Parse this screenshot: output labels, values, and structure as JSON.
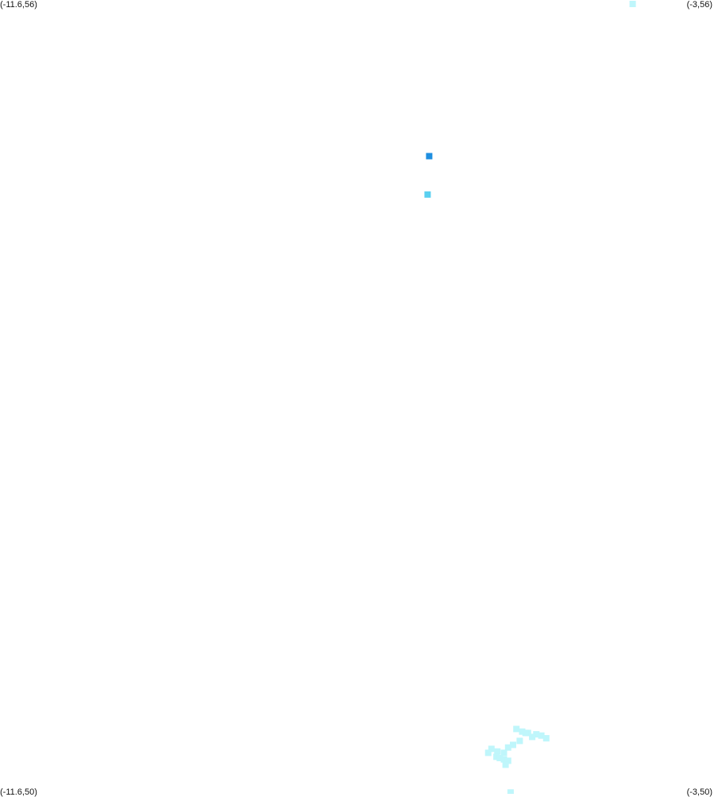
{
  "corners": {
    "top_left": "(-11.6,56)",
    "top_right": "(-3,56)",
    "bottom_left": "(-11.6,50)",
    "bottom_right": "(-3,50)"
  },
  "colors": {
    "background": "#ffffff",
    "light": "#bff6fb",
    "medium": "#5ad0f0",
    "dark": "#1f8fe0"
  },
  "chart_data": {
    "type": "scatter",
    "xlim": [
      -11.6,
      -3
    ],
    "ylim": [
      50,
      56
    ],
    "points": [
      {
        "x": -3.98,
        "y": 55.97,
        "level": "light"
      },
      {
        "x": -6.43,
        "y": 54.82,
        "level": "dark"
      },
      {
        "x": -6.45,
        "y": 54.53,
        "level": "medium"
      },
      {
        "x": -5.38,
        "y": 50.49,
        "level": "light"
      },
      {
        "x": -5.31,
        "y": 50.47,
        "level": "light"
      },
      {
        "x": -5.24,
        "y": 50.46,
        "level": "light"
      },
      {
        "x": -5.14,
        "y": 50.45,
        "level": "light"
      },
      {
        "x": -5.08,
        "y": 50.44,
        "level": "light"
      },
      {
        "x": -5.02,
        "y": 50.42,
        "level": "light"
      },
      {
        "x": -5.34,
        "y": 50.4,
        "level": "light"
      },
      {
        "x": -5.42,
        "y": 50.37,
        "level": "light"
      },
      {
        "x": -5.48,
        "y": 50.35,
        "level": "light"
      },
      {
        "x": -5.68,
        "y": 50.34,
        "level": "light"
      },
      {
        "x": -5.61,
        "y": 50.32,
        "level": "light"
      },
      {
        "x": -5.53,
        "y": 50.31,
        "level": "light"
      },
      {
        "x": -5.72,
        "y": 50.31,
        "level": "light"
      },
      {
        "x": -5.62,
        "y": 50.28,
        "level": "light"
      },
      {
        "x": -5.58,
        "y": 50.27,
        "level": "light"
      },
      {
        "x": -5.53,
        "y": 50.26,
        "level": "light"
      },
      {
        "x": -5.48,
        "y": 50.25,
        "level": "light"
      },
      {
        "x": -5.51,
        "y": 50.22,
        "level": "light"
      },
      {
        "x": -5.27,
        "y": 50.46,
        "level": "light"
      },
      {
        "x": -5.19,
        "y": 50.43,
        "level": "light"
      },
      {
        "x": -5.45,
        "y": 50.01,
        "level": "light"
      },
      {
        "x": -5.45,
        "y": 49.98,
        "level": "light"
      }
    ]
  }
}
